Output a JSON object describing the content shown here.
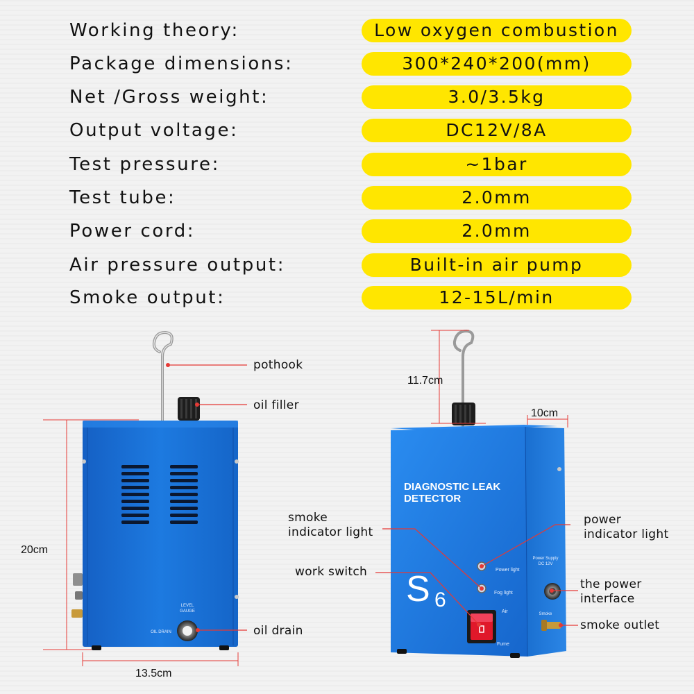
{
  "specs": [
    {
      "label": "Working theory:",
      "value": "Low oxygen combustion"
    },
    {
      "label": "Package dimensions:",
      "value": "300*240*200(mm)"
    },
    {
      "label": "Net /Gross weight:",
      "value": "3.0/3.5kg"
    },
    {
      "label": "Output voltage:",
      "value": "DC12V/8A"
    },
    {
      "label": "Test pressure:",
      "value": "~1bar"
    },
    {
      "label": "Test tube:",
      "value": "2.0mm"
    },
    {
      "label": "Power cord:",
      "value": "2.0mm"
    },
    {
      "label": "Air pressure output:",
      "value": "Built-in air pump"
    },
    {
      "label": "Smoke output:",
      "value": "12-15L/min"
    }
  ],
  "left_unit": {
    "pothook": "pothook",
    "oil_filler": "oil filler",
    "oil_drain": "oil drain",
    "height": "20cm",
    "width": "13.5cm",
    "gauge_label_1": "LEVEL",
    "gauge_label_2": "GAUGE",
    "drain_label": "OIL DRAIN"
  },
  "right_unit": {
    "hook_height": "11.7cm",
    "depth": "10cm",
    "title_line1": "DIAGNOSTIC LEAK",
    "title_line2": "DETECTOR",
    "model": "S",
    "model_sub": "6",
    "smoke_indicator_1": "smoke",
    "smoke_indicator_2": "indicator light",
    "power_indicator_1": "power",
    "power_indicator_2": "indicator light",
    "work_switch": "work switch",
    "power_interface_1": "the power",
    "power_interface_2": "interface",
    "smoke_outlet": "smoke outlet",
    "power_light_label": "Power light",
    "fog_light_label": "Fog light",
    "air_label": "Air",
    "fume_label": "Fume",
    "power_supply_1": "Power Supply",
    "power_supply_2": "DC 12V",
    "smoke_small": "Smoke"
  },
  "colors": {
    "pill": "#ffe600",
    "body_blue": "#1a73d6",
    "callout_red": "#e53935",
    "switch_red": "#e0182a"
  }
}
